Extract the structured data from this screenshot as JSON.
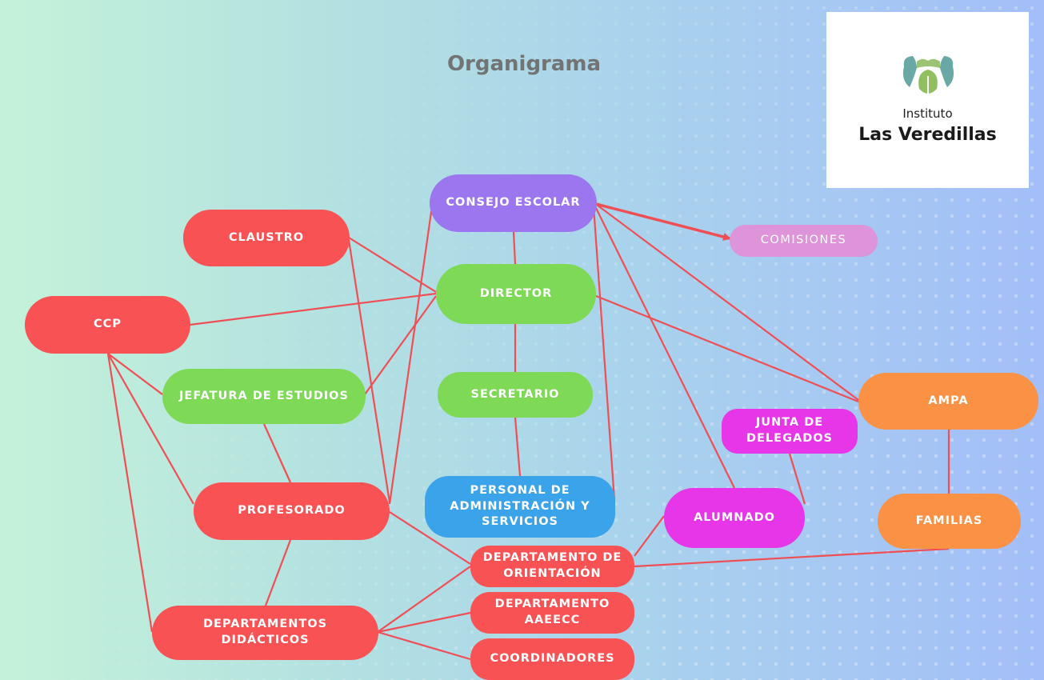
{
  "title": "Organigrama",
  "logo": {
    "subtitle": "Instituto",
    "name": "Las Veredillas"
  },
  "nodes": {
    "consejo_escolar": "CONSEJO ESCOLAR",
    "comisiones": "COMISIONES",
    "claustro": "CLAUSTRO",
    "director": "DIRECTOR",
    "ccp": "CCP",
    "jefatura_de_estudios": "JEFATURA DE ESTUDIOS",
    "secretario": "SECRETARIO",
    "ampa": "AMPA",
    "junta_de_delegados": "JUNTA DE DELEGADOS",
    "profesorado": "PROFESORADO",
    "personal_administracion": "PERSONAL DE ADMINISTRACIÓN Y SERVICIOS",
    "alumnado": "ALUMNADO",
    "familias": "FAMILIAS",
    "departamento_orientacion": "DEPARTAMENTO DE ORIENTACIÓN",
    "departamentos_didacticos": "DEPARTAMENTOS DIDÁCTICOS",
    "departamento_aaeecc": "DEPARTAMENTO AAEECC",
    "coordinadores": "COORDINADORES"
  },
  "colors": {
    "connector": "#ef4f54",
    "red_node": "#f85254",
    "green_node": "#7ed957",
    "purple_node": "#9b76ee",
    "blue_node": "#3aa3e9",
    "magenta_node": "#e735e8",
    "orange_node": "#fa9144",
    "pink_node": "#dd94d8",
    "title_text": "#727373"
  }
}
